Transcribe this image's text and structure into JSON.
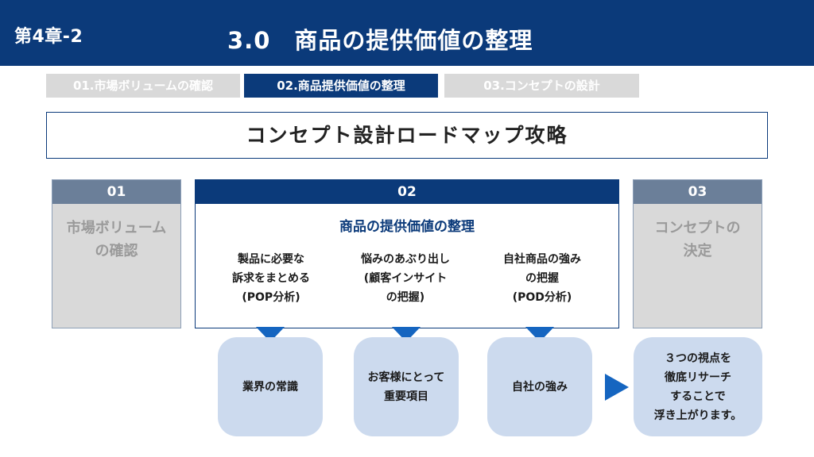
{
  "header": {
    "chapter": "第4章-2",
    "title": "3.0　商品の提供価値の整理"
  },
  "tabs": [
    {
      "label": "01.市場ボリュームの確認",
      "active": false
    },
    {
      "label": "02.商品提供価値の整理",
      "active": true
    },
    {
      "label": "03.コンセプトの設計",
      "active": false
    }
  ],
  "banner": "コンセプト設計ロードマップ攻略",
  "steps": {
    "s1": {
      "num": "01",
      "label": "市場ボリューム\nの確認"
    },
    "s2": {
      "num": "02",
      "title": "商品の提供価値の整理",
      "columns": [
        "製品に必要な\n訴求をまとめる\n(POP分析)",
        "悩みのあぶり出し\n(顧客インサイト\nの把握)",
        "自社商品の強み\nの把握\n(POD分析)"
      ]
    },
    "s3": {
      "num": "03",
      "label": "コンセプトの\n決定"
    }
  },
  "bubbles": [
    "業界の常識",
    "お客様にとって\n重要項目",
    "自社の強み",
    "３つの視点を\n徹底リサーチ\nすることで\n浮き上がります。"
  ],
  "colors": {
    "navy": "#0b3a7a",
    "blue_accent": "#1565c0",
    "inactive_gray": "#d9d9d9",
    "bubble_fill": "#ccdaee",
    "side_header": "#6b7f99"
  }
}
